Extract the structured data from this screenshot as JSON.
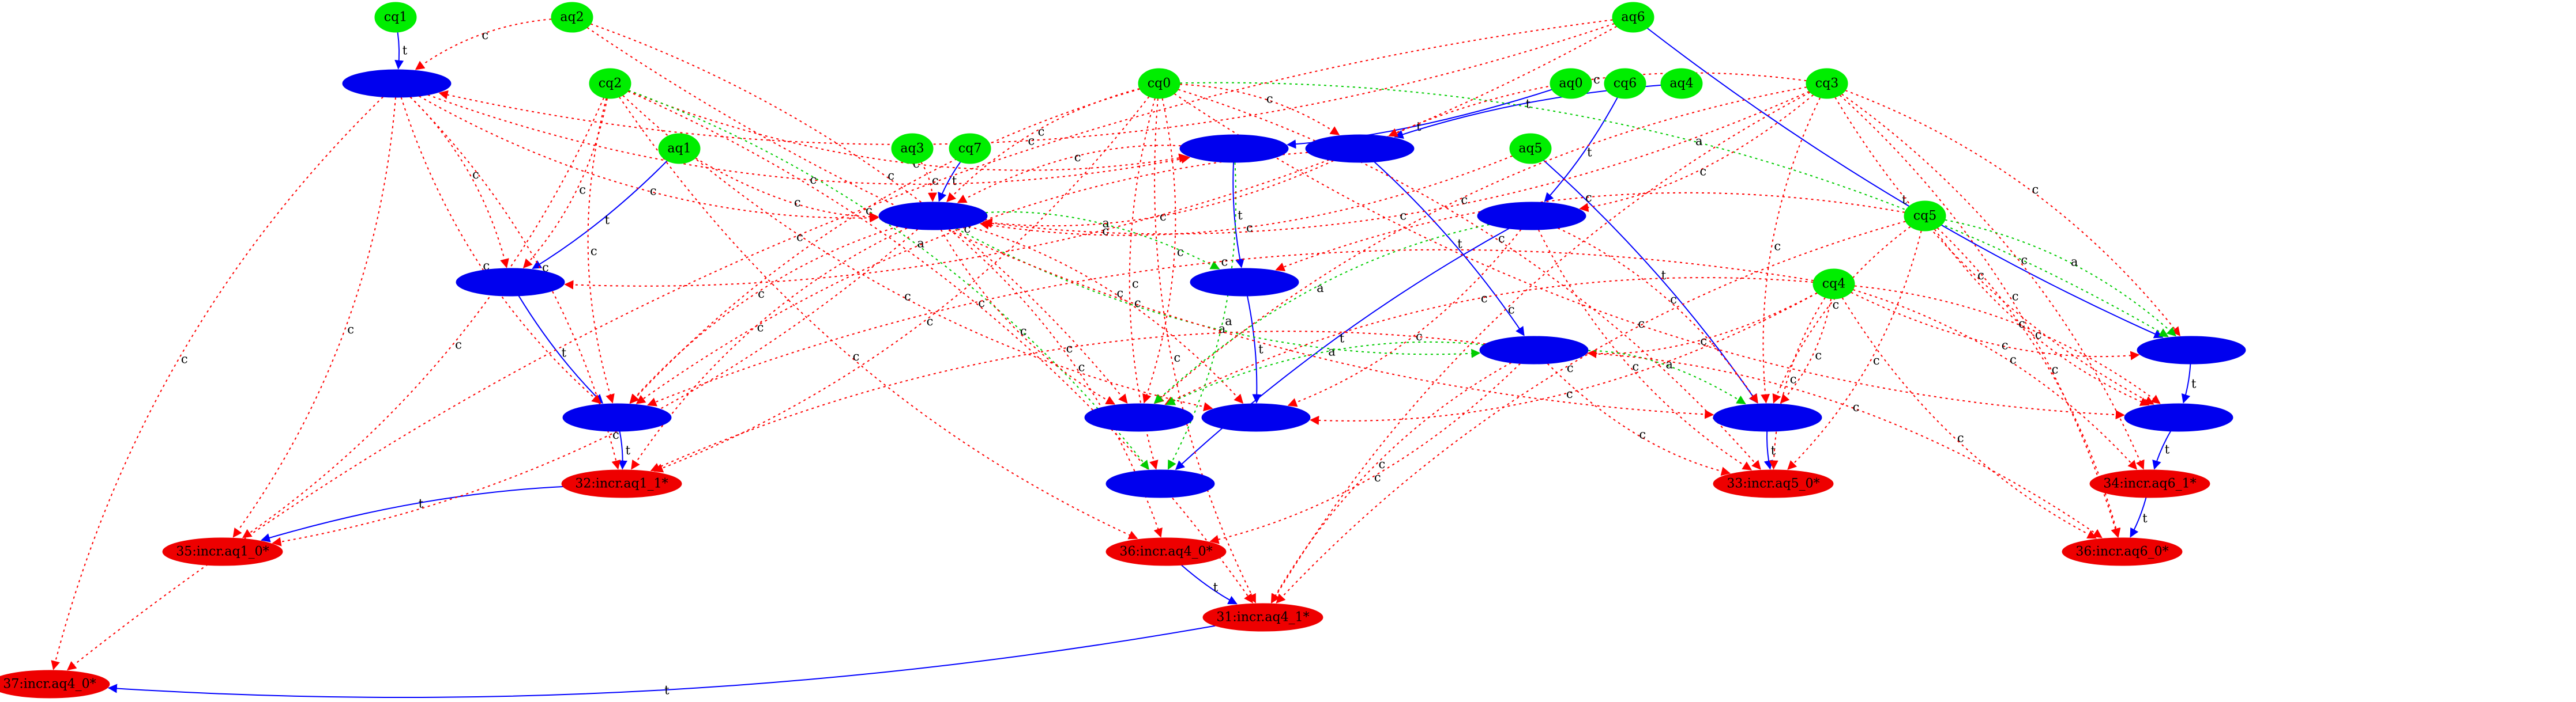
{
  "graph": {
    "colors": {
      "queue_node": "#00ee00",
      "op_node": "#0000ee",
      "result_node": "#ee0000",
      "t_edge": "#0000ff",
      "c_edge": "#ff0000",
      "a_edge": "#00cc00"
    },
    "nodes": [
      {
        "id": "cq1",
        "label": "cq1",
        "kind": "queue"
      },
      {
        "id": "aq2",
        "label": "aq2",
        "kind": "queue"
      },
      {
        "id": "aq6",
        "label": "aq6",
        "kind": "queue"
      },
      {
        "id": "cq2",
        "label": "cq2",
        "kind": "queue"
      },
      {
        "id": "cq0",
        "label": "cq0",
        "kind": "queue"
      },
      {
        "id": "aq0",
        "label": "aq0",
        "kind": "queue"
      },
      {
        "id": "cq6",
        "label": "cq6",
        "kind": "queue"
      },
      {
        "id": "aq4",
        "label": "aq4",
        "kind": "queue"
      },
      {
        "id": "cq3",
        "label": "cq3",
        "kind": "queue"
      },
      {
        "id": "aq1",
        "label": "aq1",
        "kind": "queue"
      },
      {
        "id": "aq3",
        "label": "aq3",
        "kind": "queue"
      },
      {
        "id": "cq7",
        "label": "cq7",
        "kind": "queue"
      },
      {
        "id": "aq5",
        "label": "aq5",
        "kind": "queue"
      },
      {
        "id": "cq5",
        "label": "cq5",
        "kind": "queue"
      },
      {
        "id": "cq4",
        "label": "cq4",
        "kind": "queue"
      },
      {
        "id": "op_top",
        "label": "",
        "kind": "op"
      },
      {
        "id": "op_r1a",
        "label": "",
        "kind": "op"
      },
      {
        "id": "op_r1b",
        "label": "",
        "kind": "op"
      },
      {
        "id": "op_mid",
        "label": "",
        "kind": "op"
      },
      {
        "id": "op_aq5",
        "label": "",
        "kind": "op"
      },
      {
        "id": "op_aq1",
        "label": "",
        "kind": "op"
      },
      {
        "id": "op_c1",
        "label": "",
        "kind": "op"
      },
      {
        "id": "op_c2",
        "label": "",
        "kind": "op"
      },
      {
        "id": "op_r3",
        "label": "",
        "kind": "op"
      },
      {
        "id": "op_l1",
        "label": "",
        "kind": "op"
      },
      {
        "id": "op_l2",
        "label": "",
        "kind": "op"
      },
      {
        "id": "op_l3",
        "label": "",
        "kind": "op"
      },
      {
        "id": "op_l4",
        "label": "",
        "kind": "op"
      },
      {
        "id": "op_r4",
        "label": "",
        "kind": "op"
      },
      {
        "id": "op_r5",
        "label": "",
        "kind": "op"
      },
      {
        "id": "op_c3",
        "label": "",
        "kind": "op"
      },
      {
        "id": "r_aq1_1",
        "label": "32:incr.aq1_1*",
        "kind": "result"
      },
      {
        "id": "r_aq5_0",
        "label": "33:incr.aq5_0*",
        "kind": "result"
      },
      {
        "id": "r_aq6_1",
        "label": "34:incr.aq6_1*",
        "kind": "result"
      },
      {
        "id": "r_aq1_0",
        "label": "35:incr.aq1_0*",
        "kind": "result"
      },
      {
        "id": "r_aq4_0",
        "label": "36:incr.aq4_0*",
        "kind": "result"
      },
      {
        "id": "r_aq6_0",
        "label": "36:incr.aq6_0*",
        "kind": "result"
      },
      {
        "id": "r_aq4_1",
        "label": "31:incr.aq4_1*",
        "kind": "result"
      },
      {
        "id": "r_aq_b",
        "label": "37:incr.aq4_0*",
        "kind": "result"
      }
    ],
    "edges": [
      {
        "from": "cq1",
        "to": "op_top",
        "label": "t",
        "kind": "t"
      },
      {
        "from": "aq2",
        "to": "op_top",
        "label": "c",
        "kind": "c"
      },
      {
        "from": "aq6",
        "to": "op_top",
        "label": "c",
        "kind": "c"
      },
      {
        "from": "aq6",
        "to": "op_r4",
        "label": "t",
        "kind": "t"
      },
      {
        "from": "aq0",
        "to": "op_r1a",
        "label": "t",
        "kind": "t"
      },
      {
        "from": "aq4",
        "to": "op_r1b",
        "label": "t",
        "kind": "t"
      },
      {
        "from": "cq6",
        "to": "op_aq5",
        "label": "t",
        "kind": "t"
      },
      {
        "from": "cq7",
        "to": "op_mid",
        "label": "t",
        "kind": "t"
      },
      {
        "from": "aq1",
        "to": "op_aq1",
        "label": "t",
        "kind": "t"
      },
      {
        "from": "op_r1a",
        "to": "op_c1",
        "label": "t",
        "kind": "t"
      },
      {
        "from": "op_r1b",
        "to": "op_c3",
        "label": "t",
        "kind": "t"
      },
      {
        "from": "op_aq5",
        "to": "op_c2",
        "label": "t",
        "kind": "t"
      },
      {
        "from": "aq5",
        "to": "op_r3",
        "label": "t",
        "kind": "t"
      },
      {
        "from": "op_aq1",
        "to": "op_l1",
        "label": "t",
        "kind": "t"
      },
      {
        "from": "op_l1",
        "to": "r_aq1_1",
        "label": "t",
        "kind": "t"
      },
      {
        "from": "r_aq1_1",
        "to": "r_aq1_0",
        "label": "t",
        "kind": "t"
      },
      {
        "from": "op_c1",
        "to": "op_l3",
        "label": "t",
        "kind": "t"
      },
      {
        "from": "op_c3",
        "to": "op_l4",
        "label": "t",
        "kind": "t"
      },
      {
        "from": "op_l4",
        "to": "r_aq4_0",
        "label": "t",
        "kind": "t"
      },
      {
        "from": "r_aq4_0",
        "to": "r_aq4_1",
        "label": "t",
        "kind": "t"
      },
      {
        "from": "r_aq4_1",
        "to": "r_aq_b",
        "label": "t",
        "kind": "t"
      },
      {
        "from": "op_r3",
        "to": "r_aq5_0",
        "label": "t",
        "kind": "t"
      },
      {
        "from": "op_r4",
        "to": "op_r5",
        "label": "t",
        "kind": "t"
      },
      {
        "from": "op_r5",
        "to": "r_aq6_1",
        "label": "t",
        "kind": "t"
      },
      {
        "from": "r_aq6_1",
        "to": "r_aq6_0",
        "label": "t",
        "kind": "t"
      },
      {
        "from": "op_top",
        "to": "op_r1a",
        "label": "c",
        "kind": "c"
      },
      {
        "from": "op_top",
        "to": "op_aq1",
        "label": "c",
        "kind": "c"
      },
      {
        "from": "op_top",
        "to": "op_l1",
        "label": "c",
        "kind": "c"
      },
      {
        "from": "op_top",
        "to": "r_aq1_0",
        "label": "c",
        "kind": "c"
      },
      {
        "from": "op_top",
        "to": "r_aq_b",
        "label": "c",
        "kind": "c"
      },
      {
        "from": "op_top",
        "to": "r_aq1_1",
        "label": "c",
        "kind": "c"
      },
      {
        "from": "op_top",
        "to": "op_mid",
        "label": "c",
        "kind": "c"
      },
      {
        "from": "cq2",
        "to": "r_aq1_0",
        "label": "c",
        "kind": "c"
      },
      {
        "from": "cq2",
        "to": "op_l1",
        "label": "c",
        "kind": "c"
      },
      {
        "from": "cq2",
        "to": "op_aq1",
        "label": "c",
        "kind": "c"
      },
      {
        "from": "cq2",
        "to": "op_l3",
        "label": "c",
        "kind": "c"
      },
      {
        "from": "cq2",
        "to": "r_aq4_1",
        "label": "c",
        "kind": "c"
      },
      {
        "from": "cq2",
        "to": "op_r1a",
        "label": "c",
        "kind": "c"
      },
      {
        "from": "cq2",
        "to": "op_c2",
        "label": "a",
        "kind": "a"
      },
      {
        "from": "cq2",
        "to": "r_aq4_0",
        "label": "c",
        "kind": "c"
      },
      {
        "from": "cq0",
        "to": "op_r1b",
        "label": "c",
        "kind": "c"
      },
      {
        "from": "cq0",
        "to": "op_mid",
        "label": "c",
        "kind": "c"
      },
      {
        "from": "cq0",
        "to": "op_l2",
        "label": "c",
        "kind": "c"
      },
      {
        "from": "cq0",
        "to": "op_l1",
        "label": "c",
        "kind": "c"
      },
      {
        "from": "cq0",
        "to": "r_aq1_1",
        "label": "c",
        "kind": "c"
      },
      {
        "from": "cq0",
        "to": "r_aq4_1",
        "label": "c",
        "kind": "c"
      },
      {
        "from": "cq0",
        "to": "op_r4",
        "label": "a",
        "kind": "a"
      },
      {
        "from": "cq0",
        "to": "op_c2",
        "label": "c",
        "kind": "c"
      },
      {
        "from": "cq0",
        "to": "r_aq5_0",
        "label": "c",
        "kind": "c"
      },
      {
        "from": "cq0",
        "to": "op_r5",
        "label": "c",
        "kind": "c"
      },
      {
        "from": "cq3",
        "to": "r_aq6_0",
        "label": "c",
        "kind": "c"
      },
      {
        "from": "cq3",
        "to": "r_aq4_1",
        "label": "c",
        "kind": "c"
      },
      {
        "from": "cq3",
        "to": "r_aq6_1",
        "label": "c",
        "kind": "c"
      },
      {
        "from": "cq3",
        "to": "op_r5",
        "label": "c",
        "kind": "c"
      },
      {
        "from": "cq3",
        "to": "op_r4",
        "label": "c",
        "kind": "c"
      },
      {
        "from": "cq3",
        "to": "op_r3",
        "label": "c",
        "kind": "c"
      },
      {
        "from": "cq3",
        "to": "op_aq5",
        "label": "c",
        "kind": "c"
      },
      {
        "from": "cq3",
        "to": "op_r1b",
        "label": "c",
        "kind": "c"
      },
      {
        "from": "cq3",
        "to": "op_mid",
        "label": "c",
        "kind": "c"
      },
      {
        "from": "cq3",
        "to": "op_l2",
        "label": "c",
        "kind": "c"
      },
      {
        "from": "aq3",
        "to": "op_mid",
        "label": "c",
        "kind": "c"
      },
      {
        "from": "aq1",
        "to": "op_mid",
        "label": "c",
        "kind": "c"
      },
      {
        "from": "aq5",
        "to": "op_mid",
        "label": "c",
        "kind": "c"
      },
      {
        "from": "op_mid",
        "to": "op_l2",
        "label": "c",
        "kind": "c"
      },
      {
        "from": "op_mid",
        "to": "op_l3",
        "label": "c",
        "kind": "c"
      },
      {
        "from": "op_mid",
        "to": "op_c3",
        "label": "a",
        "kind": "a"
      },
      {
        "from": "op_mid",
        "to": "op_c1",
        "label": "a",
        "kind": "a"
      },
      {
        "from": "op_mid",
        "to": "r_aq1_1",
        "label": "c",
        "kind": "c"
      },
      {
        "from": "op_mid",
        "to": "r_aq4_0",
        "label": "c",
        "kind": "c"
      },
      {
        "from": "op_mid",
        "to": "op_l1",
        "label": "c",
        "kind": "c"
      },
      {
        "from": "op_mid",
        "to": "r_aq1_0",
        "label": "c",
        "kind": "c"
      },
      {
        "from": "op_aq5",
        "to": "op_l2",
        "label": "a",
        "kind": "a"
      },
      {
        "from": "op_aq5",
        "to": "op_l3",
        "label": "c",
        "kind": "c"
      },
      {
        "from": "op_aq5",
        "to": "r_aq5_0",
        "label": "c",
        "kind": "c"
      },
      {
        "from": "op_aq5",
        "to": "op_r3",
        "label": "c",
        "kind": "c"
      },
      {
        "from": "cq5",
        "to": "op_r5",
        "label": "c",
        "kind": "c"
      },
      {
        "from": "cq5",
        "to": "r_aq6_0",
        "label": "c",
        "kind": "c"
      },
      {
        "from": "cq5",
        "to": "r_aq4_1",
        "label": "c",
        "kind": "c"
      },
      {
        "from": "cq5",
        "to": "op_l4",
        "label": "c",
        "kind": "c"
      },
      {
        "from": "cq5",
        "to": "op_c1",
        "label": "c",
        "kind": "c"
      },
      {
        "from": "cq5",
        "to": "op_r4",
        "label": "a",
        "kind": "a"
      },
      {
        "from": "cq5",
        "to": "op_r3",
        "label": "c",
        "kind": "c"
      },
      {
        "from": "cq5",
        "to": "r_aq5_0",
        "label": "c",
        "kind": "c"
      },
      {
        "from": "cq4",
        "to": "op_r4",
        "label": "c",
        "kind": "c"
      },
      {
        "from": "cq4",
        "to": "op_r5",
        "label": "c",
        "kind": "c"
      },
      {
        "from": "cq4",
        "to": "r_aq6_0",
        "label": "c",
        "kind": "c"
      },
      {
        "from": "cq4",
        "to": "r_aq6_1",
        "label": "c",
        "kind": "c"
      },
      {
        "from": "cq4",
        "to": "r_aq5_0",
        "label": "c",
        "kind": "c"
      },
      {
        "from": "cq4",
        "to": "op_r3",
        "label": "c",
        "kind": "c"
      },
      {
        "from": "cq4",
        "to": "op_l2",
        "label": "c",
        "kind": "c"
      },
      {
        "from": "cq4",
        "to": "op_l3",
        "label": "c",
        "kind": "c"
      },
      {
        "from": "cq4",
        "to": "op_l1",
        "label": "c",
        "kind": "c"
      },
      {
        "from": "cq4",
        "to": "op_c3",
        "label": "c",
        "kind": "c"
      },
      {
        "from": "op_c3",
        "to": "op_l2",
        "label": "a",
        "kind": "a"
      },
      {
        "from": "op_c3",
        "to": "op_r3",
        "label": "a",
        "kind": "a"
      },
      {
        "from": "op_c3",
        "to": "r_aq1_1",
        "label": "c",
        "kind": "c"
      },
      {
        "from": "op_c3",
        "to": "r_aq4_0",
        "label": "c",
        "kind": "c"
      },
      {
        "from": "op_c3",
        "to": "r_aq4_1",
        "label": "c",
        "kind": "c"
      },
      {
        "from": "op_c3",
        "to": "r_aq6_0",
        "label": "c",
        "kind": "c"
      },
      {
        "from": "op_c3",
        "to": "r_aq5_0",
        "label": "c",
        "kind": "c"
      },
      {
        "from": "op_r1a",
        "to": "op_c2",
        "label": "a",
        "kind": "a"
      },
      {
        "from": "op_r1a",
        "to": "op_mid",
        "label": "c",
        "kind": "c"
      },
      {
        "from": "op_r1b",
        "to": "op_mid",
        "label": "c",
        "kind": "c"
      },
      {
        "from": "op_r1b",
        "to": "op_l1",
        "label": "c",
        "kind": "c"
      },
      {
        "from": "aq2",
        "to": "op_l2",
        "label": "c",
        "kind": "c"
      },
      {
        "from": "aq2",
        "to": "op_r3",
        "label": "c",
        "kind": "c"
      },
      {
        "from": "aq6",
        "to": "op_aq1",
        "label": "c",
        "kind": "c"
      },
      {
        "from": "aq6",
        "to": "r_aq_b",
        "label": "c",
        "kind": "c"
      }
    ]
  }
}
